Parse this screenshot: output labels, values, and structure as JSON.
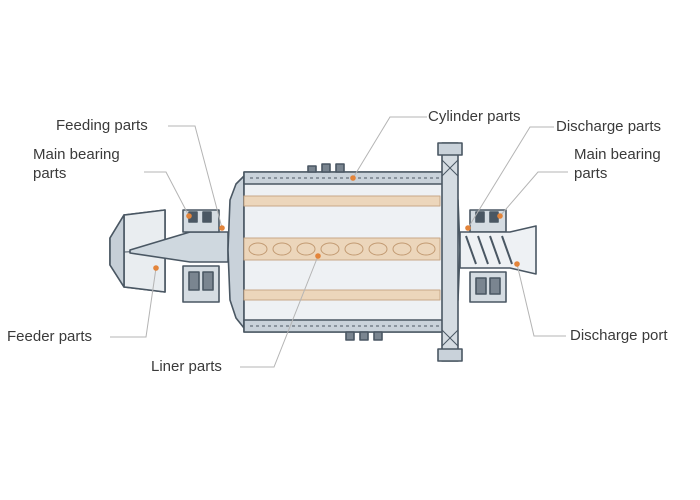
{
  "labels": {
    "feeding_parts": "Feeding parts",
    "main_bearing_left_line1": "Main bearing",
    "main_bearing_left_line2": "parts",
    "feeder_parts": "Feeder parts",
    "liner_parts": "Liner parts",
    "cylinder_parts": "Cylinder parts",
    "discharge_parts": "Discharge parts",
    "main_bearing_right_line1": "Main bearing",
    "main_bearing_right_line2": "parts",
    "discharge_port": "Discharge port"
  },
  "colors": {
    "leader_line": "#b4b4b4",
    "marker_dot": "#e3843a",
    "frame_fill": "#c9d2da",
    "frame_stroke": "#4a5763",
    "liner_fill": "#ecd6bb",
    "liner_stroke": "#c8a887",
    "label_text": "#3a3a3a"
  }
}
